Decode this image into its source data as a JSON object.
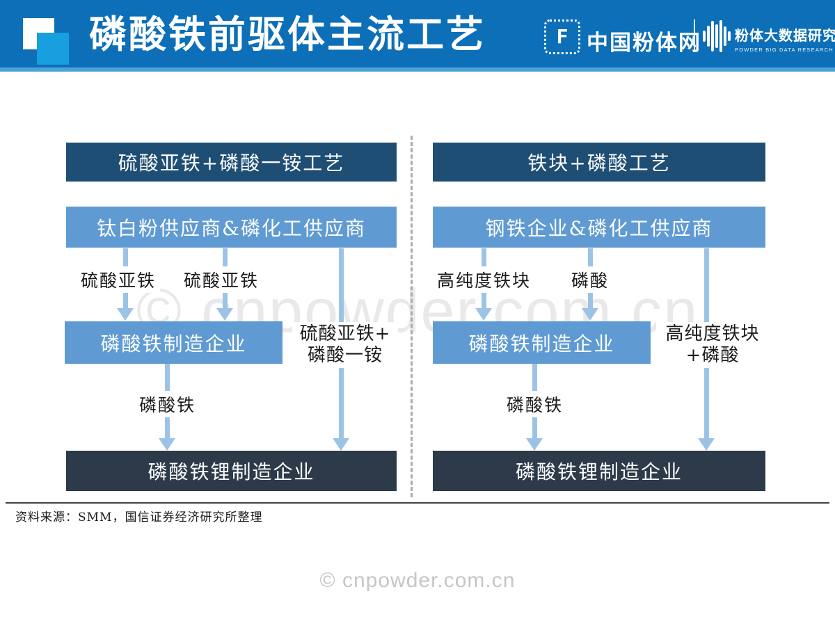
{
  "header": {
    "title": "磷酸铁前驱体主流工艺",
    "logo_letter": "F",
    "brand1": "中国粉体网",
    "brand2": "粉体大数据研究",
    "brand2_sub": "POWDER BIG DATA RESEARCH"
  },
  "watermarks": {
    "center": "© cnpowder.com.cn",
    "bottom": "© cnpowder.com.cn"
  },
  "flow": {
    "left": {
      "process_title": "硫酸亚铁+磷酸一铵工艺",
      "supplier": "钛白粉供应商&磷化工供应商",
      "input1": "硫酸亚铁",
      "input2": "硫酸亚铁",
      "manufacturer": "磷酸铁制造企业",
      "bypass1": "硫酸亚铁+",
      "bypass2": "磷酸一铵",
      "product": "磷酸铁",
      "end_box": "磷酸铁锂制造企业"
    },
    "right": {
      "process_title": "铁块+磷酸工艺",
      "supplier": "钢铁企业&磷化工供应商",
      "input1": "高纯度铁块",
      "input2": "磷酸",
      "manufacturer": "磷酸铁制造企业",
      "bypass1": "高纯度铁块",
      "bypass2": "+磷酸",
      "product": "磷酸铁",
      "end_box": "磷酸铁锂制造企业"
    }
  },
  "footer": {
    "source": "资料来源：SMM，国信证券经济研究所整理"
  },
  "colors": {
    "header_blue": "#0C6FB7",
    "header_strip": "#4BA3DA",
    "logo_light_blue": "#189FE0",
    "navy_box": "#1F4E74",
    "light_blue_box": "#5F9BD2",
    "dark_slate_box": "#2C3A4A",
    "arrow_blue": "#9CC3E6",
    "divider_gray": "#ABABAB",
    "watermark_gray": "#C6C6C6",
    "title_text": "#FFFFFF"
  }
}
